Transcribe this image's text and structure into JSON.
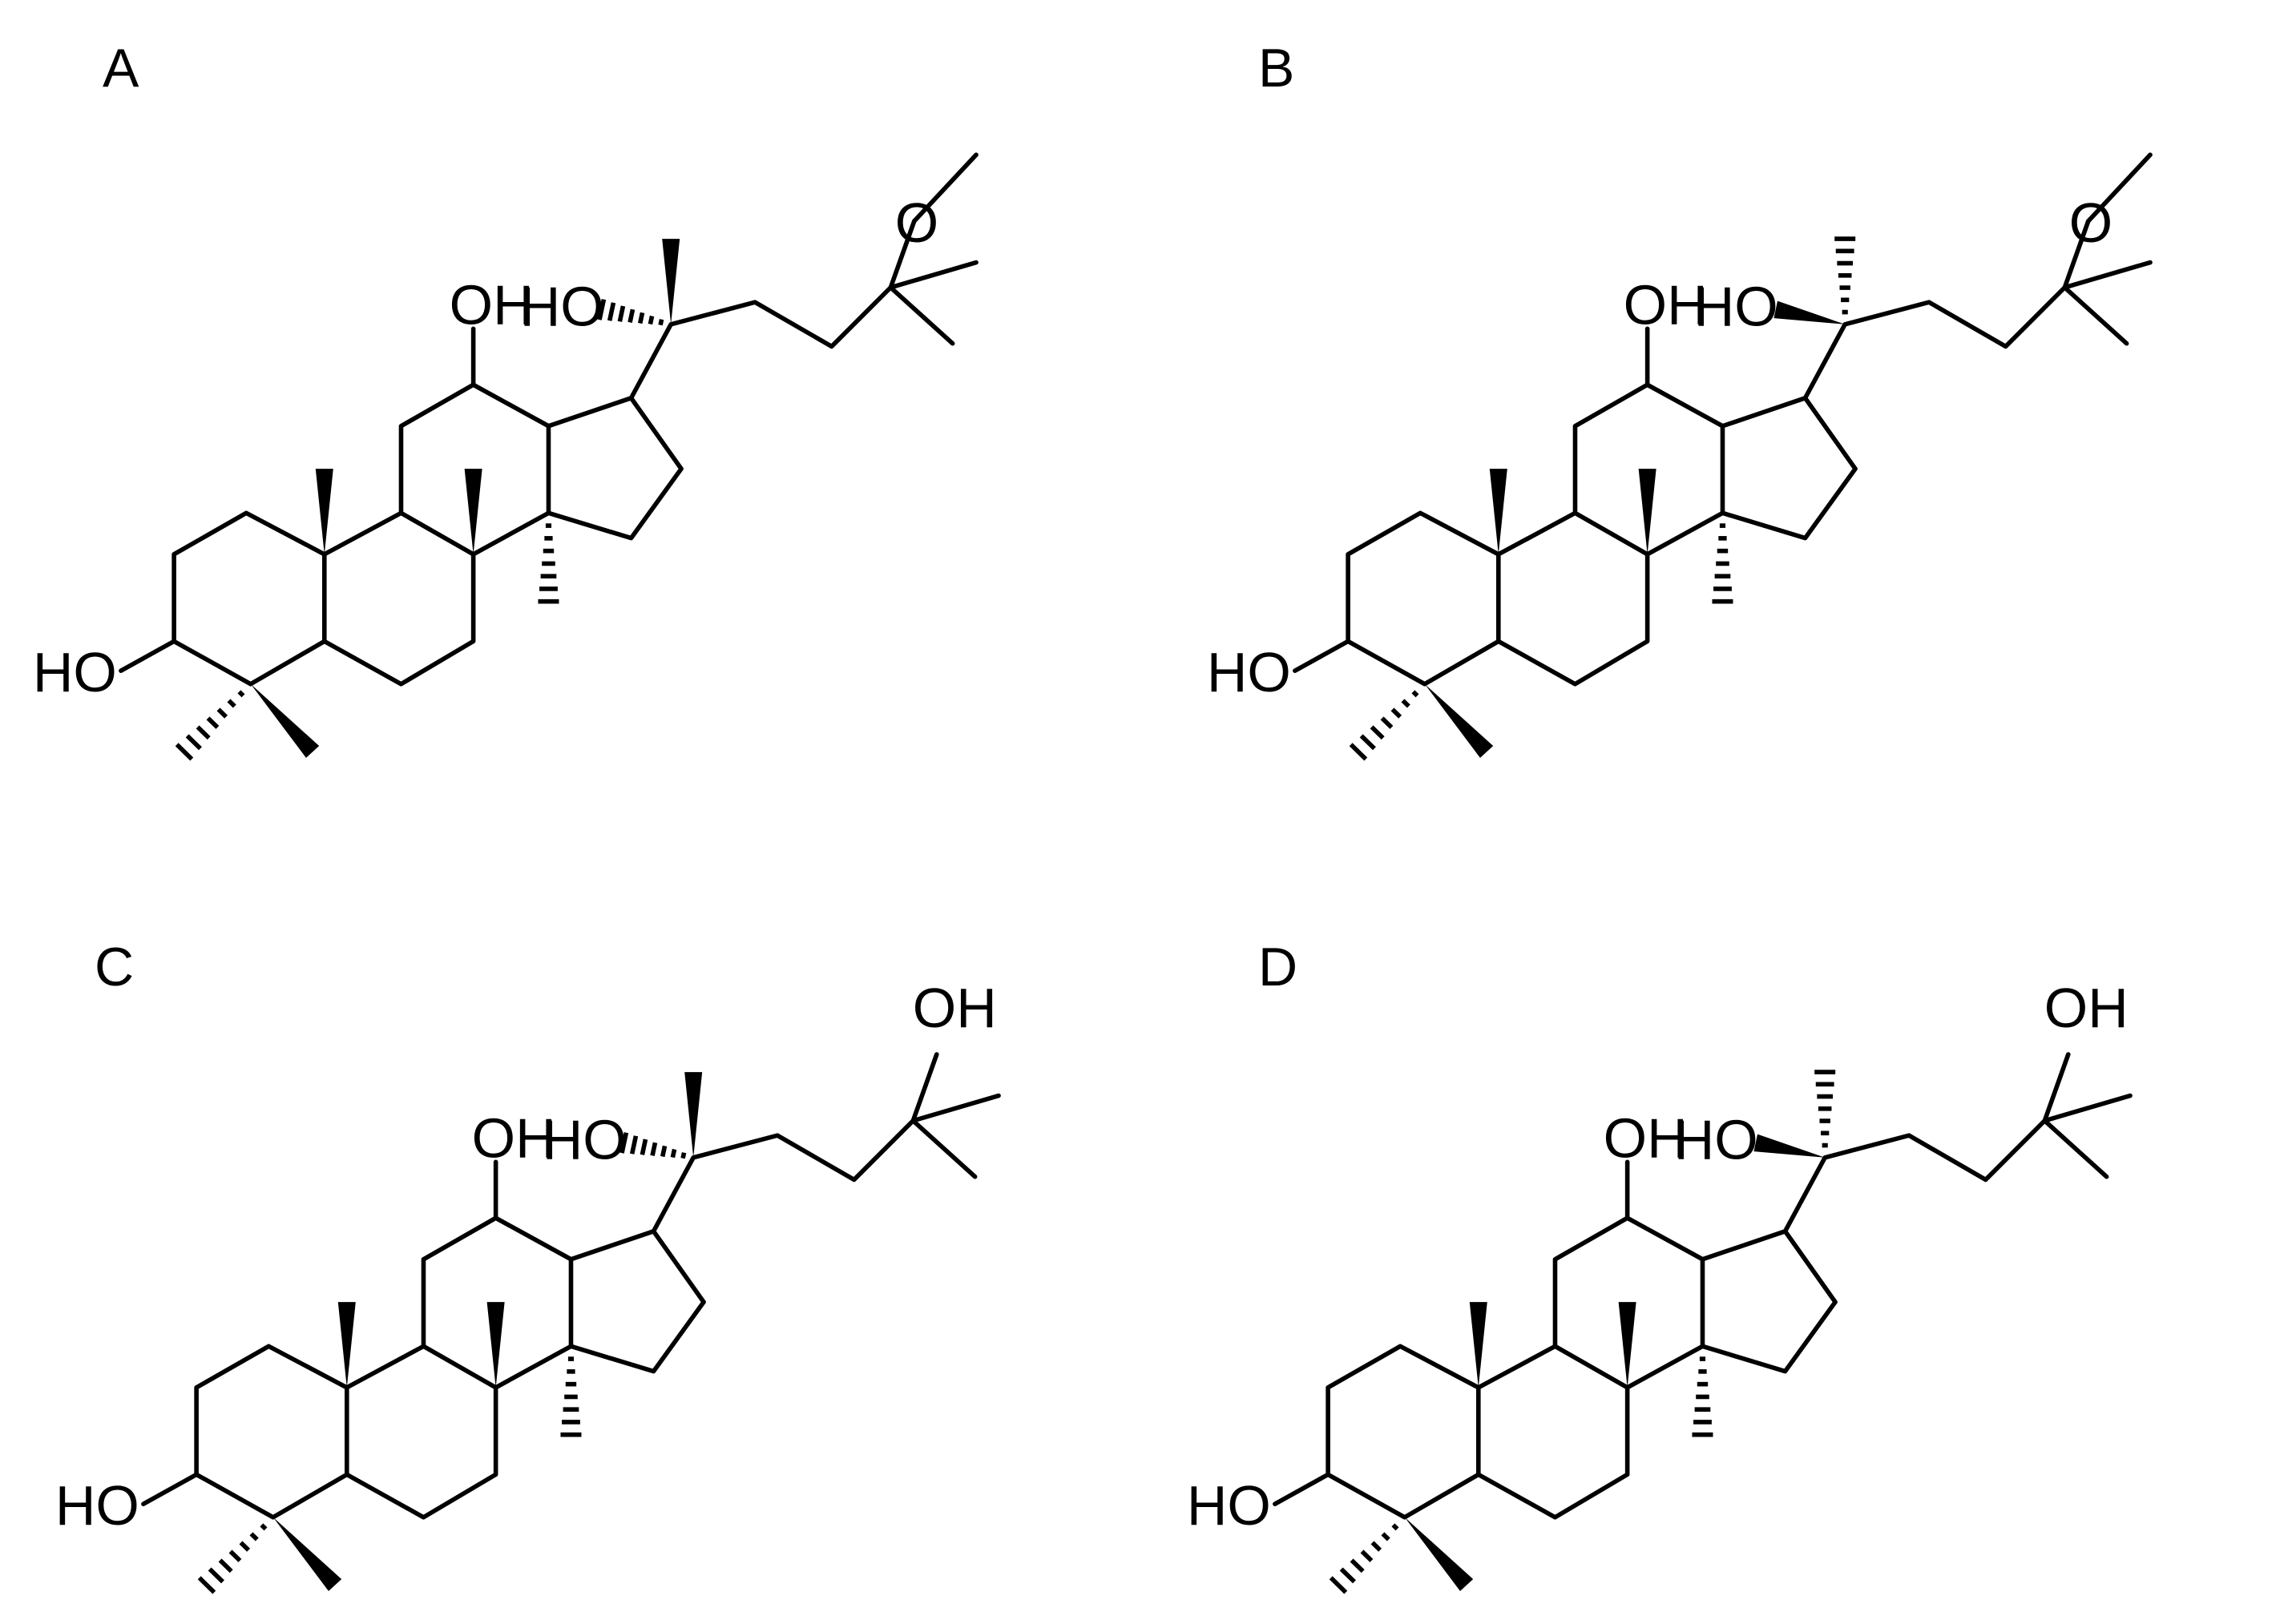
{
  "panels": [
    {
      "label": "A",
      "c3_substituent": "HO",
      "c12_substituent": "OH",
      "c20_substituent": "HO",
      "terminal_group": "O",
      "c20_configuration": "alpha-hashed-OH"
    },
    {
      "label": "B",
      "c3_substituent": "HO",
      "c12_substituent": "OH",
      "c20_substituent": "HO",
      "terminal_group": "O",
      "c20_configuration": "beta-wedged-OH"
    },
    {
      "label": "C",
      "c3_substituent": "HO",
      "c12_substituent": "OH",
      "c20_substituent": "HO",
      "terminal_group": "OH",
      "c20_configuration": "alpha-hashed-OH"
    },
    {
      "label": "D",
      "c3_substituent": "HO",
      "c12_substituent": "OH",
      "c20_substituent": "HO",
      "terminal_group": "OH",
      "c20_configuration": "beta-wedged-OH"
    }
  ],
  "colors": {
    "ink": "#000000",
    "background": "#ffffff"
  }
}
